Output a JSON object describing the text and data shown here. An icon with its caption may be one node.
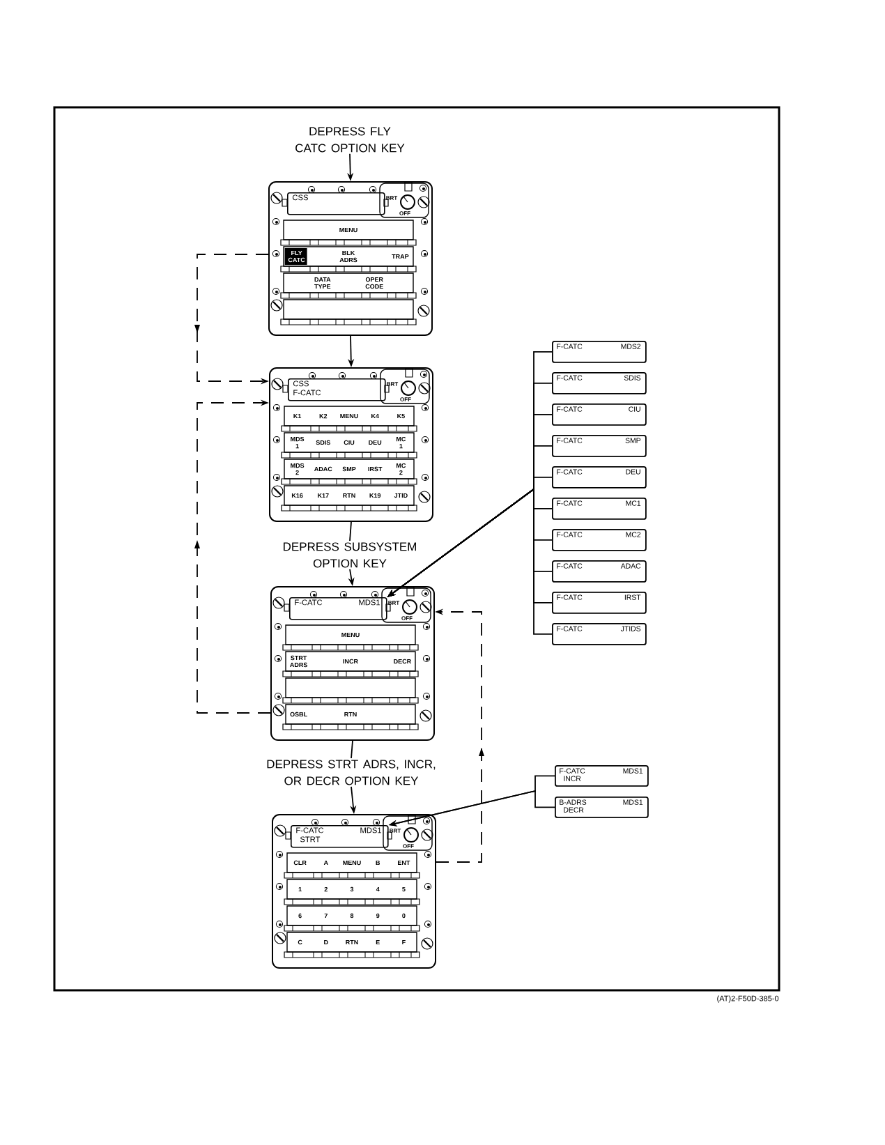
{
  "diagram": {
    "nodes": [
      {
        "text": [
          "DEPRESS FLY CATC OPTION KEY"
        ]
      },
      {
        "text": [
          "MENU",
          "FLY CATC",
          "BLK ADRS",
          "TRAP",
          "DATA TYPE",
          "OPER CODE"
        ]
      },
      {
        "text": [
          "CSS"
        ],
        "in": 1
      },
      {
        "text": [
          "K1",
          "K2",
          "MENU",
          "K4",
          "K5",
          "MDS 1",
          "SDIS",
          "CIU",
          "DEU",
          "MC 1",
          "MDS 2",
          "ADAC",
          "SMP",
          "IRST",
          "MC 2",
          "K16",
          "K17",
          "RTN",
          "K19",
          "JTID"
        ]
      },
      {
        "text": [
          "CSS",
          "F-CATC"
        ],
        "in": 3
      },
      {
        "text": [
          "DEPRESS SUBSYSTEM OPTION KEY"
        ]
      },
      {
        "text": [
          "MENU",
          "STRT ADRS",
          "INCR",
          "DECR",
          "OSBL",
          "RTN"
        ]
      },
      {
        "text": [
          "F-CATC",
          "MDS1"
        ],
        "in": 6
      },
      {
        "text": [
          "DEPRESS STRT ADRS, INCR, OR DECR OPTION KEY"
        ]
      },
      {
        "text": [
          "CLR",
          "A",
          "MENU",
          "B",
          "ENT",
          "1",
          "2",
          "3",
          "4",
          "5",
          "6",
          "7",
          "8",
          "9",
          "0",
          "C",
          "D",
          "RTN",
          "E",
          "F"
        ]
      },
      {
        "text": [
          "F-CATC",
          "MDS1",
          "STRT"
        ],
        "in": 9
      },
      {
        "text": [
          "F-CATC",
          "MDS2"
        ]
      },
      {
        "text": [
          "F-CATC",
          "SDIS"
        ]
      },
      {
        "text": [
          "F-CATC",
          "CIU"
        ]
      },
      {
        "text": [
          "F-CATC",
          "SMP"
        ]
      },
      {
        "text": [
          "F-CATC",
          "DEU"
        ]
      },
      {
        "text": [
          "F-CATC",
          "MC1"
        ]
      },
      {
        "text": [
          "F-CATC",
          "MC2"
        ]
      },
      {
        "text": [
          "F-CATC",
          "ADAC"
        ]
      },
      {
        "text": [
          "F-CATC",
          "IRST"
        ]
      },
      {
        "text": [
          "F-CATC",
          "JTIDS"
        ]
      },
      {
        "text": [
          "F-CATC",
          "MDS1",
          "INCR"
        ]
      },
      {
        "text": [
          "B-ADRS",
          "MDS1",
          "DECR"
        ]
      }
    ],
    "edges": [
      {
        "from": 0,
        "to": 1,
        "arrow": "to"
      },
      {
        "from": 1,
        "to": 3,
        "arrow": "to"
      },
      {
        "from": 3,
        "to": 5,
        "arrow": "none"
      },
      {
        "from": 5,
        "to": 6,
        "arrow": "to"
      },
      {
        "from": 6,
        "to": 8,
        "arrow": "none"
      },
      {
        "from": 8,
        "to": 9,
        "arrow": "to"
      },
      {
        "from": 1,
        "to": 3,
        "arrow": "to",
        "style": "dashed"
      },
      {
        "from": 6,
        "to": 3,
        "arrow": "to",
        "style": "dashed"
      },
      {
        "from": 9,
        "to": 6,
        "arrow": "to",
        "style": "dashed"
      },
      {
        "from": 11,
        "to": 7,
        "arrow": "to"
      },
      {
        "from": 12,
        "to": 7,
        "arrow": "to"
      },
      {
        "from": 13,
        "to": 7,
        "arrow": "to"
      },
      {
        "from": 14,
        "to": 7,
        "arrow": "to"
      },
      {
        "from": 15,
        "to": 7,
        "arrow": "to"
      },
      {
        "from": 16,
        "to": 7,
        "arrow": "to"
      },
      {
        "from": 17,
        "to": 7,
        "arrow": "to"
      },
      {
        "from": 18,
        "to": 7,
        "arrow": "to"
      },
      {
        "from": 19,
        "to": 7,
        "arrow": "to"
      },
      {
        "from": 20,
        "to": 7,
        "arrow": "to"
      },
      {
        "from": 21,
        "to": 10,
        "arrow": "to"
      },
      {
        "from": 22,
        "to": 10,
        "arrow": "to"
      }
    ],
    "labels": [
      "BRT",
      "OFF",
      "BRT",
      "OFF",
      "BRT",
      "OFF",
      "BRT",
      "OFF",
      "(AT)2-F50D-385-0"
    ]
  }
}
